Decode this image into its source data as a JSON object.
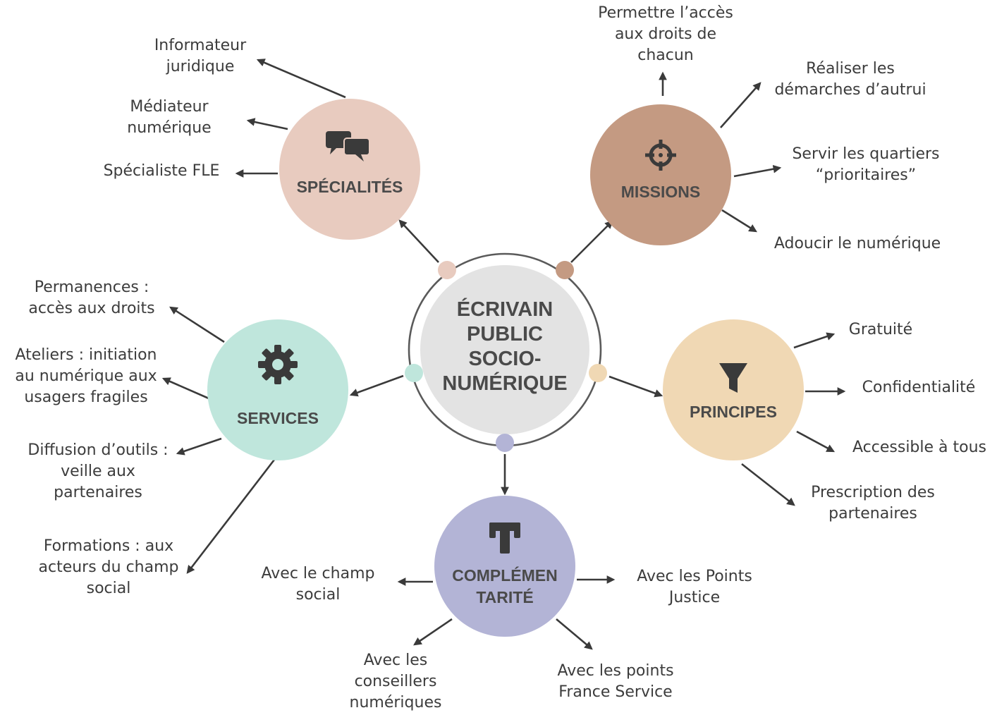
{
  "center": {
    "lines": [
      "ÉCRIVAIN",
      "PUBLIC",
      "SOCIO-",
      "NUMÉRIQUE"
    ],
    "fill": "#e3e3e3",
    "ring": "#5a5a5a"
  },
  "nodes": [
    {
      "id": "specialites",
      "label_lines": [
        "SPÉCIALITÉS"
      ],
      "fill": "#e8cbbf",
      "dot": "#e8cbbf",
      "icon": "speech-bubbles-icon",
      "leaves": [
        {
          "lines": [
            "Informateur",
            "juridique"
          ]
        },
        {
          "lines": [
            "Médiateur",
            "numérique"
          ]
        },
        {
          "lines": [
            "Spécialiste FLE"
          ]
        }
      ]
    },
    {
      "id": "missions",
      "label_lines": [
        "MISSIONS"
      ],
      "fill": "#c49a82",
      "dot": "#c49a82",
      "icon": "crosshair-icon",
      "leaves": [
        {
          "lines": [
            "Permettre l’accès",
            "aux droits de",
            "chacun"
          ]
        },
        {
          "lines": [
            "Réaliser les",
            "démarches d’autrui"
          ]
        },
        {
          "lines": [
            "Servir les quartiers",
            "“prioritaires”"
          ]
        },
        {
          "lines": [
            "Adoucir le numérique"
          ]
        }
      ]
    },
    {
      "id": "services",
      "label_lines": [
        "SERVICES"
      ],
      "fill": "#bfe6dc",
      "dot": "#bfe6dc",
      "icon": "gear-icon",
      "leaves": [
        {
          "lines": [
            "Permanences :",
            "accès aux droits"
          ]
        },
        {
          "lines": [
            "Ateliers : initiation",
            "au numérique aux",
            "usagers fragiles"
          ]
        },
        {
          "lines": [
            "Diffusion d’outils :",
            "veille aux",
            "partenaires"
          ]
        },
        {
          "lines": [
            "Formations : aux",
            "acteurs du champ",
            "social"
          ]
        }
      ]
    },
    {
      "id": "principes",
      "label_lines": [
        "PRINCIPES"
      ],
      "fill": "#f0d8b4",
      "dot": "#f0d8b4",
      "icon": "funnel-icon",
      "leaves": [
        {
          "lines": [
            "Gratuité"
          ]
        },
        {
          "lines": [
            "Confidentialité"
          ]
        },
        {
          "lines": [
            "Accessible à tous"
          ]
        },
        {
          "lines": [
            "Prescription des",
            "partenaires"
          ]
        }
      ]
    },
    {
      "id": "complementarite",
      "label_lines": [
        "COMPLÉMEN",
        "TARITÉ"
      ],
      "fill": "#b3b4d6",
      "dot": "#b3b4d6",
      "icon": "tools-icon",
      "leaves": [
        {
          "lines": [
            "Avec le champ",
            "social"
          ]
        },
        {
          "lines": [
            "Avec les Points",
            "Justice"
          ]
        },
        {
          "lines": [
            "Avec les",
            "conseillers",
            "numériques"
          ]
        },
        {
          "lines": [
            "Avec les points",
            "France Service"
          ]
        }
      ]
    }
  ]
}
